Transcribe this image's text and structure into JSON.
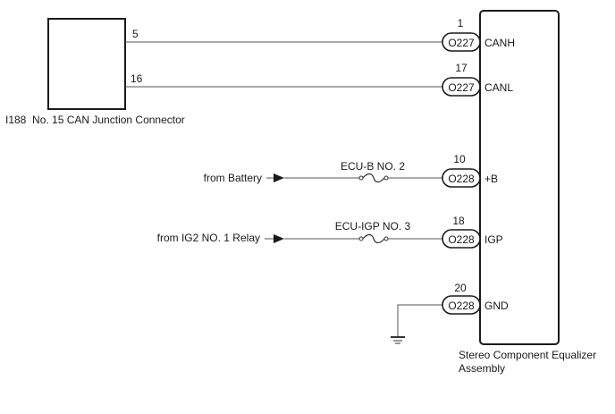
{
  "colors": {
    "line": "#555555",
    "outline": "#1a1a1a",
    "background": "#ffffff"
  },
  "junction_connector": {
    "label": "I188  No. 15 CAN Junction Connector",
    "pins": [
      {
        "number": "5",
        "signal": "CANH"
      },
      {
        "number": "16",
        "signal": "CANL"
      }
    ]
  },
  "equalizer": {
    "label_line1": "Stereo Component Equalizer",
    "label_line2": "Assembly",
    "terminals": [
      {
        "pin": "1",
        "connector": "O227",
        "name": "CANH"
      },
      {
        "pin": "17",
        "connector": "O227",
        "name": "CANL"
      },
      {
        "pin": "10",
        "connector": "O228",
        "name": "+B"
      },
      {
        "pin": "18",
        "connector": "O228",
        "name": "IGP"
      },
      {
        "pin": "20",
        "connector": "O228",
        "name": "GND"
      }
    ]
  },
  "sources": [
    {
      "label": "from Battery",
      "fuse": "ECU-B NO. 2"
    },
    {
      "label": "from IG2 NO. 1 Relay",
      "fuse": "ECU-IGP NO. 3"
    }
  ],
  "icons": {
    "fuse": "fuse-icon",
    "ground": "ground-icon",
    "arrow": "arrow-right-icon"
  }
}
